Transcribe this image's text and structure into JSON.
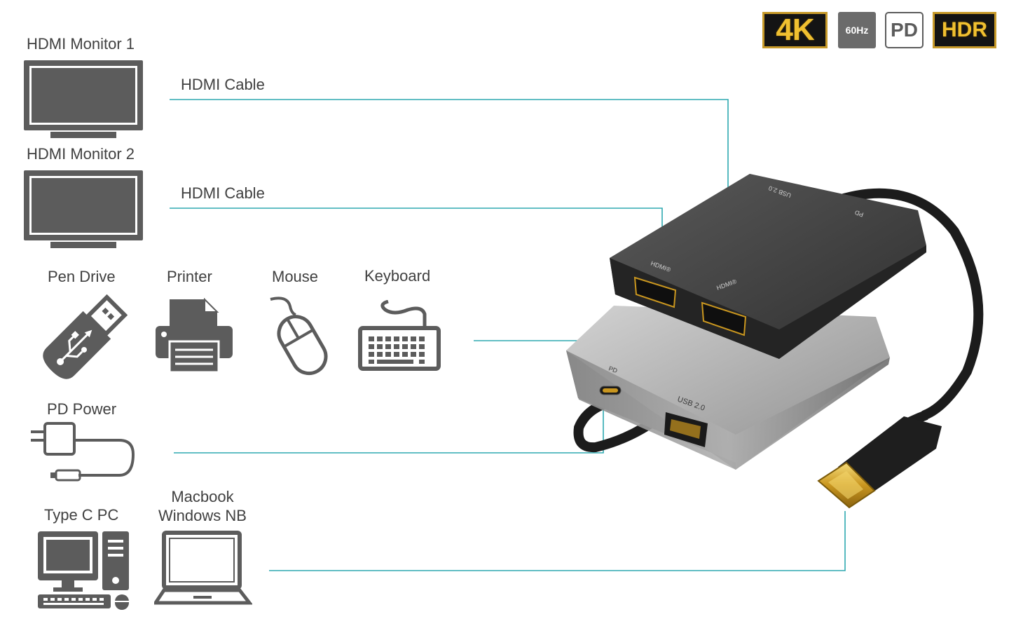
{
  "labels": {
    "hdmi_monitor_1": "HDMI Monitor 1",
    "hdmi_monitor_2": "HDMI Monitor 2",
    "hdmi_cable_1": "HDMI Cable",
    "hdmi_cable_2": "HDMI Cable",
    "pen_drive": "Pen Drive",
    "printer": "Printer",
    "mouse": "Mouse",
    "keyboard": "Keyboard",
    "pd_power": "PD Power",
    "type_c_pc": "Type C PC",
    "macbook": "Macbook",
    "windows_nb": "Windows NB"
  },
  "badges": {
    "4k": "4K",
    "60hz": "60Hz",
    "pd": "PD",
    "hdr": "HDR"
  },
  "ports": {
    "usb_top": "USB 2.0",
    "pd_top": "PD",
    "hdmi_a": "HDMI®",
    "hdmi_b": "HDMI®",
    "pd_bottom": "PD",
    "usb_bottom": "USB 2.0"
  },
  "colors": {
    "connector_line": "#2ea9b0",
    "icon_gray": "#5c5c5c",
    "badge_gold": "#f0c030"
  },
  "icons": [
    "monitor-icon",
    "usb-drive-icon",
    "printer-icon",
    "mouse-icon",
    "keyboard-icon",
    "power-adapter-icon",
    "desktop-pc-icon",
    "laptop-icon"
  ]
}
